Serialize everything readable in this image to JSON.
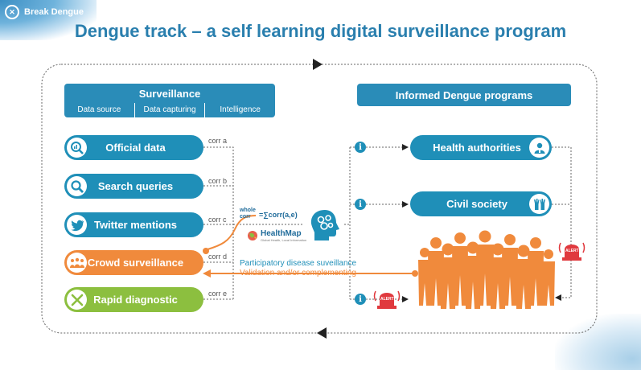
{
  "brand": {
    "name": "Break Dengue",
    "logo_icon": "break-dengue-logo-icon"
  },
  "title": "Dengue track – a self learning digital surveillance program",
  "surveillance": {
    "header": "Surveillance",
    "columns": [
      "Data source",
      "Data capturing",
      "Intelligence"
    ]
  },
  "sources": [
    {
      "label": "Official data",
      "icon": "chart-magnifier-icon",
      "corr": "corr a",
      "color": "#1f8fb8"
    },
    {
      "label": "Search queries",
      "icon": "search-icon",
      "corr": "corr b",
      "color": "#1f8fb8"
    },
    {
      "label": "Twitter mentions",
      "icon": "twitter-bird-icon",
      "corr": "corr c",
      "color": "#1f8fb8"
    },
    {
      "label": "Crowd surveillance",
      "icon": "crowd-icon",
      "corr": "corr d",
      "color": "#f08a3c"
    },
    {
      "label": "Rapid diagnostic",
      "icon": "tools-icon",
      "corr": "corr e",
      "color": "#8cbf3f"
    }
  ],
  "formula": {
    "whole_corr": "whole corr",
    "expr": "=∑corr(a,e)"
  },
  "healthmap": {
    "name": "HealthMap",
    "tagline": "Global Health, Local Information"
  },
  "programs": {
    "header": "Informed Dengue programs",
    "items": [
      {
        "label": "Health authorities",
        "icon": "person-badge-icon"
      },
      {
        "label": "Civil society",
        "icon": "raised-hands-icon"
      }
    ]
  },
  "info_glyph": "i",
  "alert_label": "ALERT",
  "participatory_note": "Participatory disease suveillance",
  "validation_note": "Validation and/or complementing",
  "colors": {
    "blue": "#1f8fb8",
    "orange": "#f08a3c",
    "green": "#8cbf3f",
    "title": "#2a7fae",
    "alert": "#e0393e"
  }
}
